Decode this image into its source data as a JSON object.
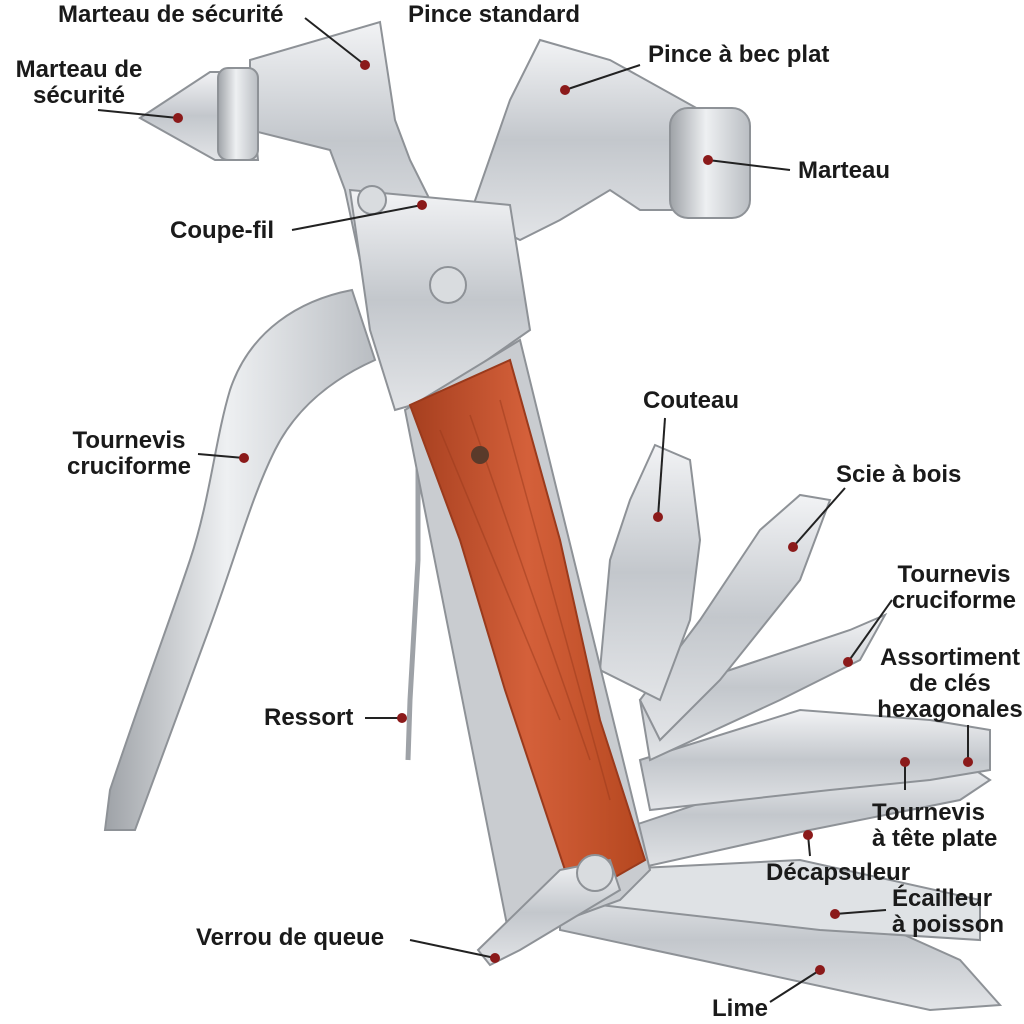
{
  "labels": {
    "safety_hammer_top": "Marteau de sécurité",
    "standard_pliers": "Pince standard",
    "safety_hammer_left": "Marteau de\nsécurité",
    "flat_nose_pliers": "Pince à bec plat",
    "hammer": "Marteau",
    "wire_cutter": "Coupe-fil",
    "phillips_left": "Tournevis\ncruciforme",
    "knife": "Couteau",
    "wood_saw": "Scie à bois",
    "phillips_right": "Tournevis\ncruciforme",
    "hex_keys": "Assortiment\nde clés\nhexagonales",
    "spring": "Ressort",
    "flat_screwdriver": "Tournevis\nà tête plate",
    "bottle_opener": "Décapsuleur",
    "fish_scaler": "Écailleur\nà poisson",
    "tail_lock": "Verrou de queue",
    "file": "Lime"
  },
  "colors": {
    "marker": "#8b1a1a",
    "leader": "#222222",
    "steel_light": "#eceef0",
    "steel_mid": "#c8cbcf",
    "steel_dark": "#8e9297",
    "wood": "#c8502c",
    "wood_dark": "#9a3a1c"
  }
}
